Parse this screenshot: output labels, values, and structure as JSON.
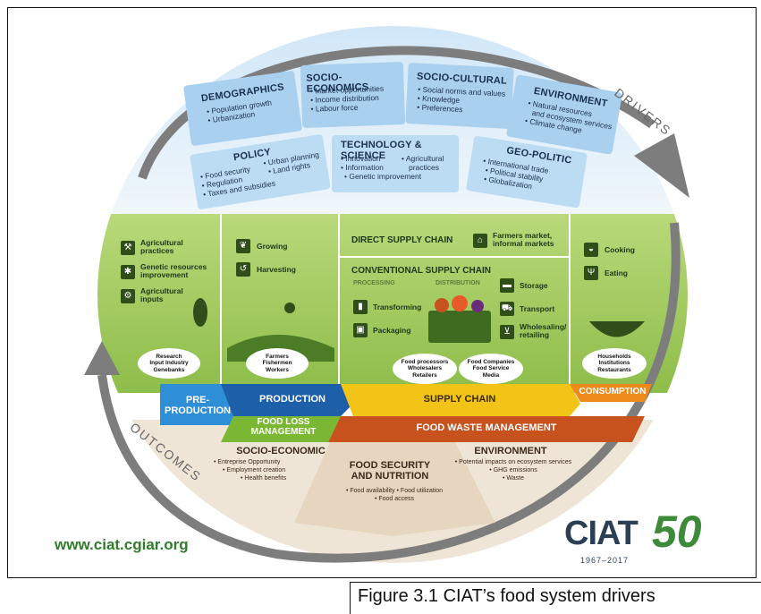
{
  "drivers_label": "DRIVERS",
  "outcomes_label": "OUTCOMES",
  "driver_panels": [
    {
      "title": "DEMOGRAPHICS",
      "items": [
        "• Population growth",
        "• Urbanization"
      ]
    },
    {
      "title": "SOCIO-ECONOMICS",
      "items": [
        "• Market opportunities",
        "• Income distribution",
        "• Labour force"
      ]
    },
    {
      "title": "SOCIO-CULTURAL",
      "items": [
        "• Social norms and values",
        "• Knowledge",
        "• Preferences"
      ]
    },
    {
      "title": "ENVIRONMENT",
      "items": [
        "• Natural resources",
        "and ecosystem services",
        "• Climate change"
      ]
    },
    {
      "title": "POLICY",
      "items": [
        "• Food security",
        "• Regulation",
        "• Taxes and subsidies",
        "• Urban planning",
        "• Land rights"
      ]
    },
    {
      "title": "TECHNOLOGY & SCIENCE",
      "items": [
        "• Innovation",
        "• Information",
        "• Genetic improvement",
        "• Agricultural",
        "practices"
      ]
    },
    {
      "title": "GEO-POLITIC",
      "items": [
        "• International trade",
        "• Political stability",
        "• Globalization"
      ]
    }
  ],
  "preproduction": {
    "items": [
      "Agricultural practices",
      "Genetic resources improvement",
      "Agricultural inputs"
    ],
    "actors": [
      "Research",
      "Input Industry",
      "Genebanks"
    ]
  },
  "production": {
    "items": [
      "Growing",
      "Harvesting"
    ],
    "actors": [
      "Farmers",
      "Fishermen",
      "Workers"
    ]
  },
  "supply": {
    "direct_title": "DIRECT SUPPLY CHAIN",
    "direct_item": "Farmers market, informal markets",
    "conventional_title": "CONVENTIONAL SUPPLY CHAIN",
    "processing_label": "PROCESSING",
    "distribution_label": "DISTRIBUTION",
    "left_items": [
      "Transforming",
      "Packaging"
    ],
    "right_items": [
      "Storage",
      "Transport",
      "Wholesaling/ retailing"
    ],
    "actors_left": [
      "Food processors",
      "Wholesalers",
      "Retailers"
    ],
    "actors_right": [
      "Food Companies",
      "Food Service",
      "Media"
    ]
  },
  "consumption": {
    "items": [
      "Cooking",
      "Eating"
    ],
    "actors": [
      "Households",
      "Institutions",
      "Restaurants"
    ]
  },
  "stages": {
    "preproduction": "PRE-PRODUCTION",
    "production": "PRODUCTION",
    "supply_chain": "SUPPLY CHAIN",
    "consumption": "CONSUMPTION",
    "food_loss": "FOOD LOSS MANAGEMENT",
    "food_waste": "FOOD WASTE MANAGEMENT"
  },
  "outcomes": {
    "socio_economic": {
      "title": "SOCIO-ECONOMIC",
      "items": [
        "• Entreprise Opportunity",
        "• Employment creation",
        "• Health benefits"
      ]
    },
    "food_security": {
      "title": "FOOD SECURITY AND NUTRITION",
      "items": [
        "• Food availability  • Food utilization",
        "• Food access"
      ]
    },
    "environment": {
      "title": "ENVIRONMENT",
      "items": [
        "• Potential impacts on ecosystem services",
        "• GHG emissions",
        "• Waste"
      ]
    }
  },
  "website": "www.ciat.cgiar.org",
  "logo": {
    "text": "CIAT",
    "number": "50",
    "years": "1967–2017"
  },
  "caption": "Figure 3.1 CIAT’s food system drivers",
  "colors": {
    "preproduction": "#2e8fd6",
    "production": "#1d5fa8",
    "supply_chain": "#f2c417",
    "consumption": "#ee8a1c",
    "food_loss": "#7ab834",
    "food_waste": "#c8521e",
    "field": "#8dbd4a",
    "arrow": "#7d7d7d",
    "website": "#2f7d2a"
  }
}
